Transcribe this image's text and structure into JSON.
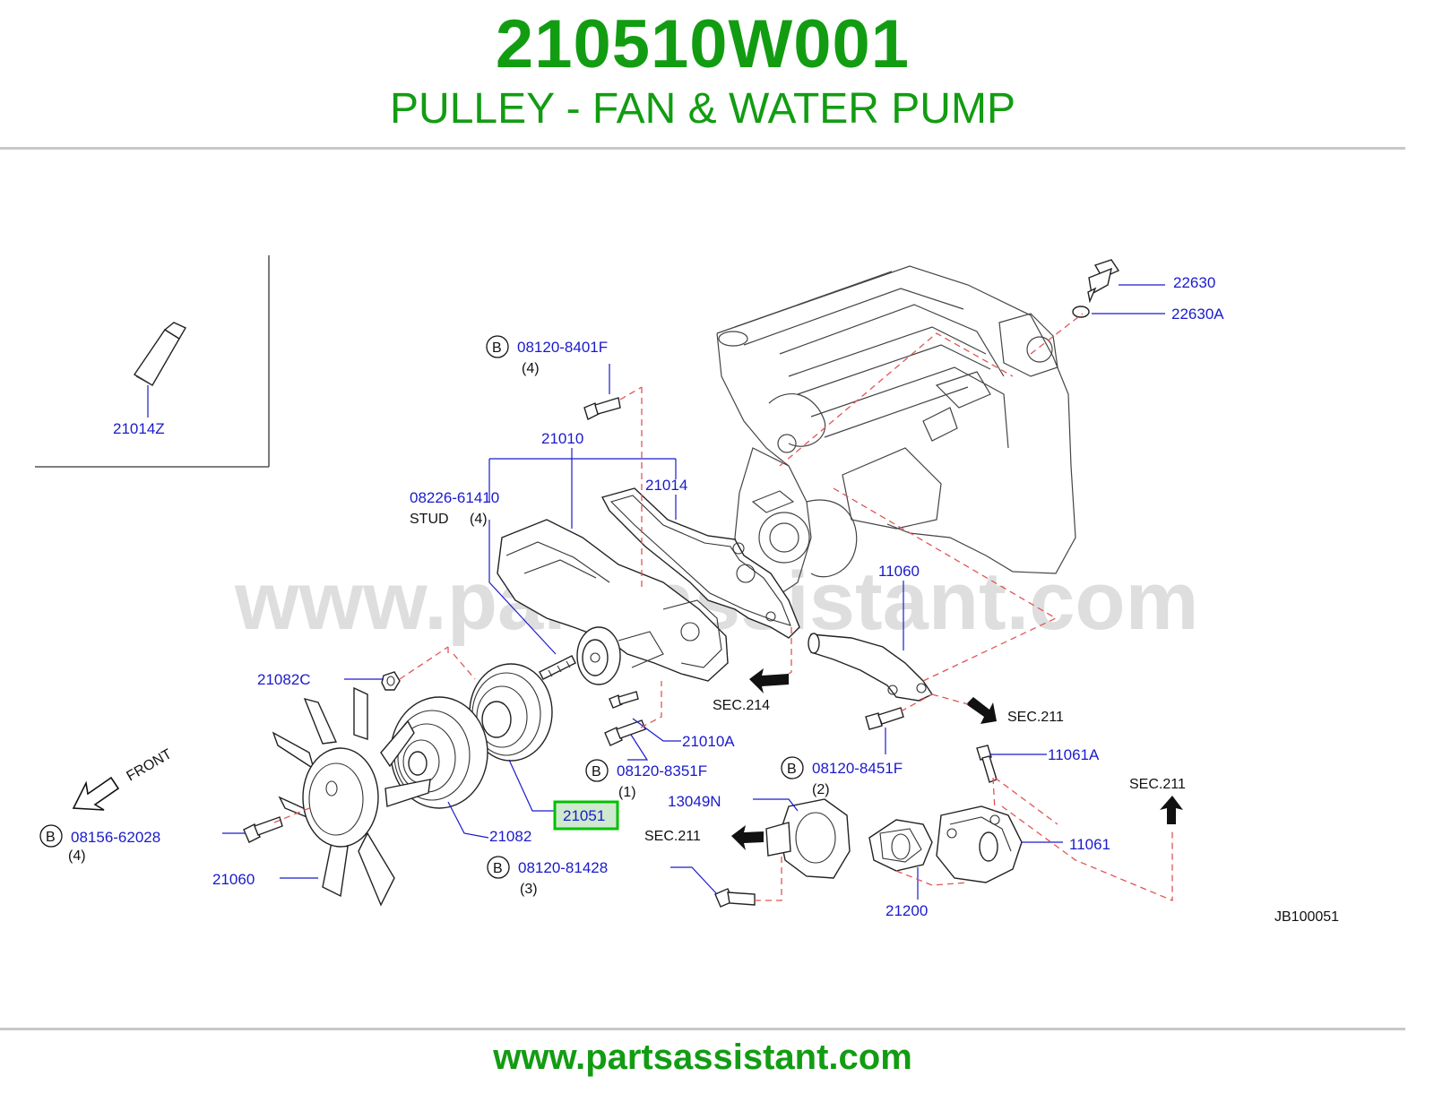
{
  "header": {
    "part_number": "210510W001",
    "title": "PULLEY - FAN & WATER PUMP"
  },
  "footer": {
    "url": "www.partsassistant.com"
  },
  "watermark": "www.partsassistant.com",
  "diagram_code": "JB100051",
  "front_label": "FRONT",
  "highlight_color": "#00c000",
  "labels": {
    "p21014z": "21014Z",
    "p08120_8401f": "08120-8401F",
    "q4a": "(4)",
    "p21010": "21010",
    "p21014": "21014",
    "p08226_61410": "08226-61410",
    "stud": "STUD",
    "q4b": "(4)",
    "p21082c": "21082C",
    "p08156_62028": "08156-62028",
    "q4c": "(4)",
    "p21060": "21060",
    "p21082": "21082",
    "p21051": "21051",
    "p08120_81428": "08120-81428",
    "q3": "(3)",
    "p08120_8351f": "08120-8351F",
    "q1": "(1)",
    "p21010a": "21010A",
    "sec214": "SEC.214",
    "p11060": "11060",
    "sec211a": "SEC.211",
    "p08120_8451f": "08120-8451F",
    "q2": "(2)",
    "p13049n": "13049N",
    "sec211b": "SEC.211",
    "p11061a": "11061A",
    "sec211c": "SEC.211",
    "p11061": "11061",
    "p21200": "21200",
    "p22630": "22630",
    "p22630a": "22630A",
    "bolt_mark": "B"
  }
}
